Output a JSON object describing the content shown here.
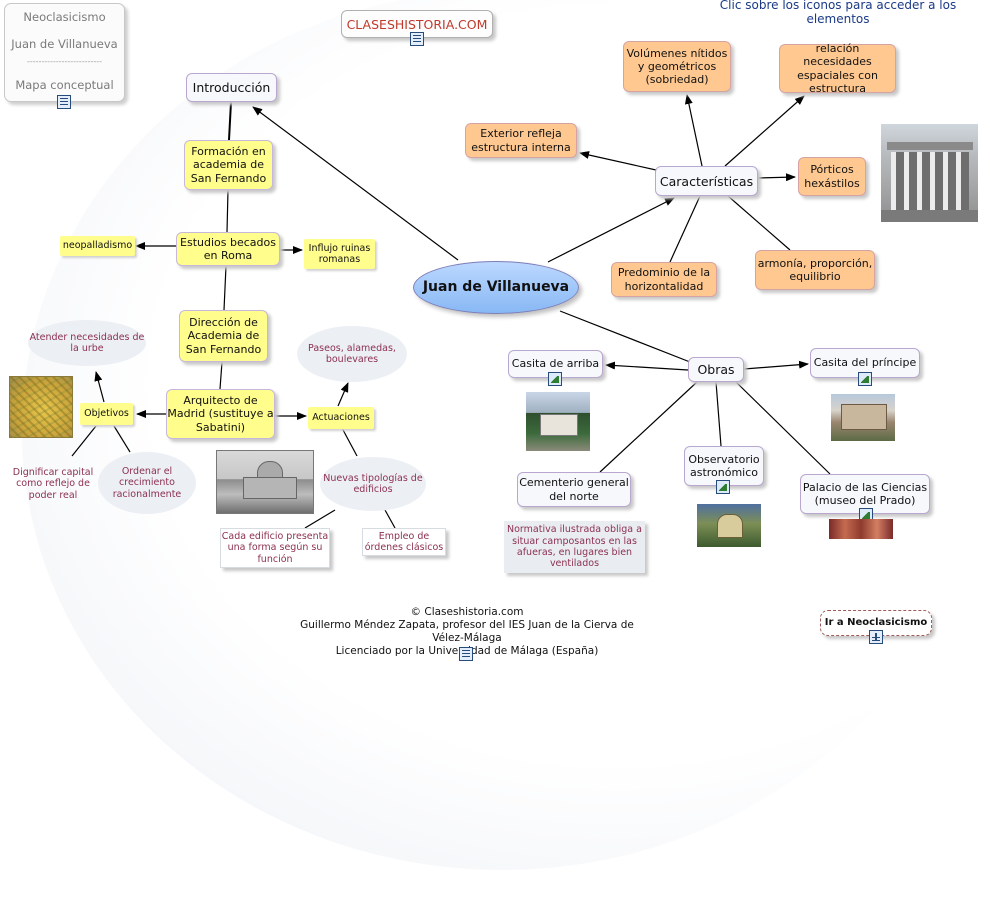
{
  "header_hint": "Clic sobre los iconos para acceder a los elementos",
  "side_box": {
    "line1": "Neoclasicismo",
    "line2": "Juan de Villanueva",
    "divider": "--------------------------",
    "line3": "Mapa conceptual"
  },
  "site_label": "CLASESHISTORIA.COM",
  "central": "Juan de Villanueva",
  "left_branch": {
    "introduccion": "Introducción",
    "formacion": "Formación en academia de San Fernando",
    "estudios": "Estudios becados en Roma",
    "neopalladismo": "neopalladismo",
    "influjo": "Influjo ruinas romanas",
    "direccion": "Dirección de Academia de San Fernando",
    "arquitecto": "Arquitecto de Madrid (sustituye a Sabatini)",
    "objetivos": "Objetivos",
    "atender": "Atender necesidades de la urbe",
    "dignificar": "Dignificar capital como reflejo de poder real",
    "ordenar": "Ordenar el crecimiento racionalmente",
    "actuaciones": "Actuaciones",
    "paseos": "Paseos, alamedas, boulevares",
    "nuevas": "Nuevas tipologías de edificios",
    "cada_edificio": "Cada edificio presenta una forma según su función",
    "empleo": "Empleo de órdenes clásicos"
  },
  "caracteristicas": {
    "title": "Características",
    "volumenes": "Volúmenes nítidos y geométricos (sobriedad)",
    "relacion": "relación necesidades espaciales con estructura",
    "exterior": "Exterior refleja estructura interna",
    "porticos": "Pórticos hexástilos",
    "predominio": "Predominio de la horizontalidad",
    "armonia": "armonía, proporción, equilibrio"
  },
  "obras": {
    "title": "Obras",
    "casita_arriba": "Casita de arriba",
    "casita_principe": "Casita del príncipe",
    "cementerio": "Cementerio general del norte",
    "normativa": "Normativa ilustrada obliga a situar camposantos en las afueras, en lugares bien ventilados",
    "observatorio": "Observatorio astronómico",
    "palacio": "Palacio de las Ciencias (museo del Prado)"
  },
  "footer": {
    "line1": "© Claseshistoria.com",
    "line2": "Guillermo Méndez Zapata, profesor del IES Juan de la Cierva de Vélez-Málaga",
    "line3": "Licenciado por la Universidad de Málaga (España)"
  },
  "nav_link": "Ir a Neoclasicismo",
  "icons": [
    "document-icon",
    "image-icon",
    "concept-map-icon"
  ]
}
